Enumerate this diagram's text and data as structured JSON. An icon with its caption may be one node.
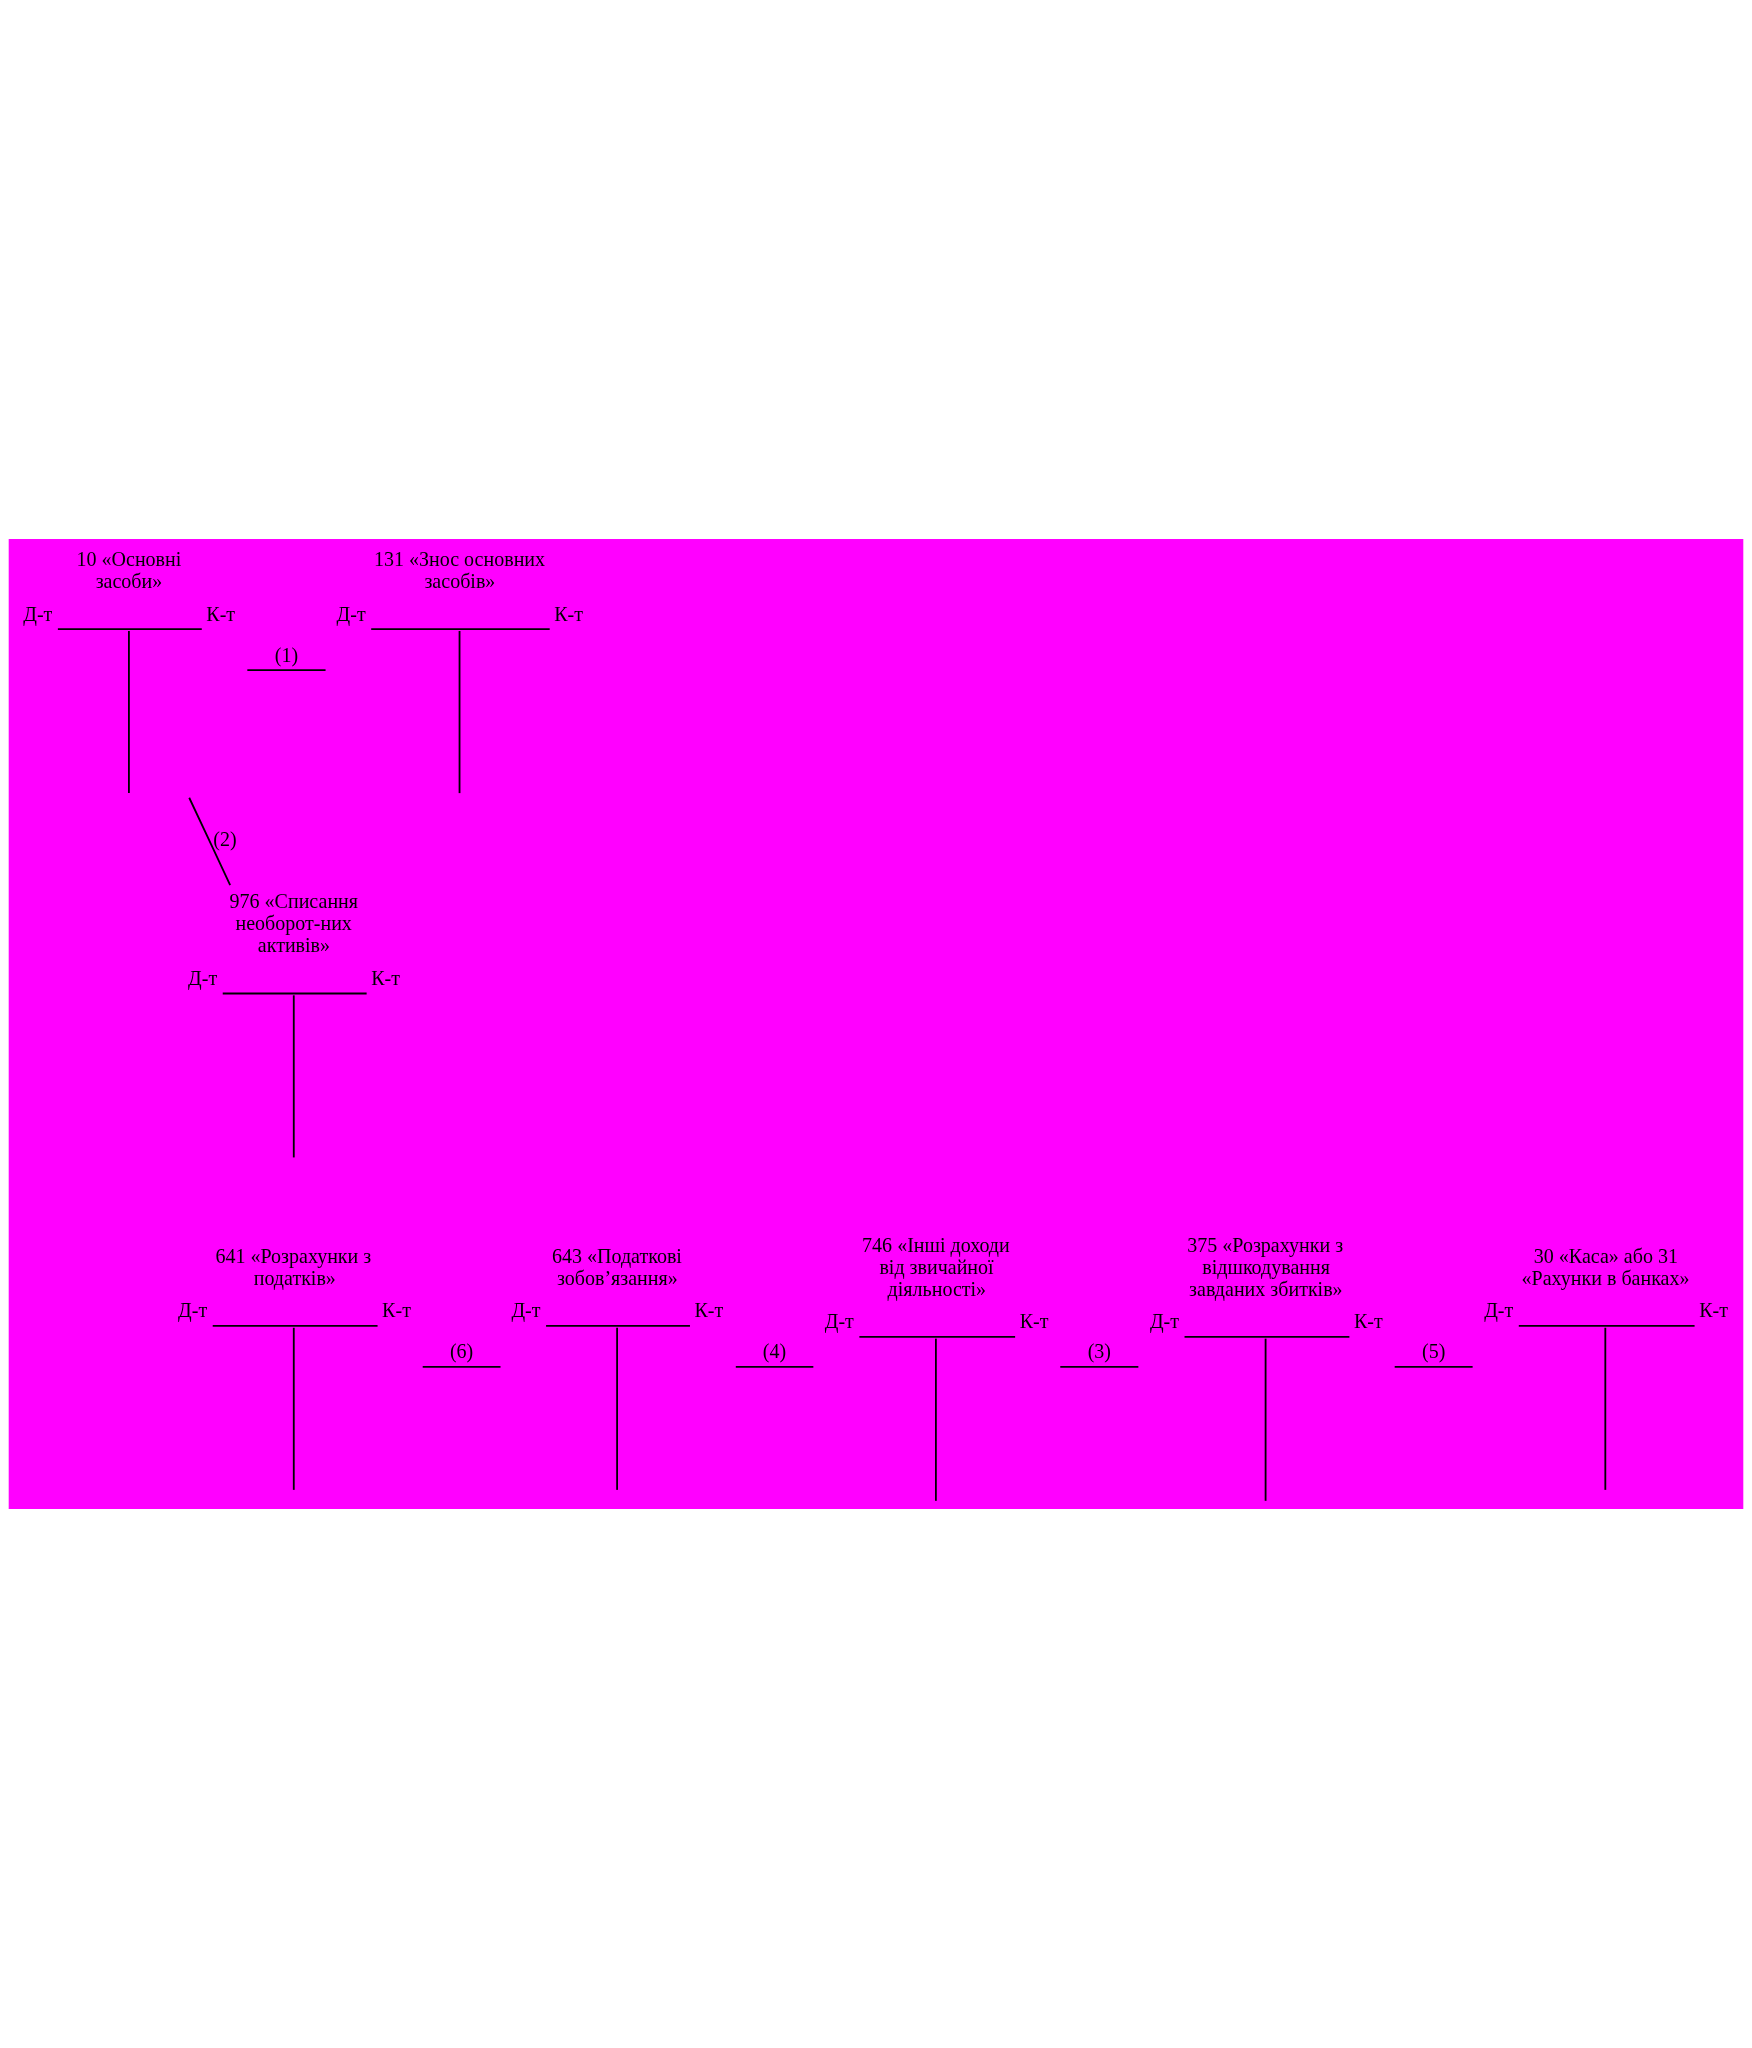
{
  "diagram": {
    "nodes": [
      {
        "text": [
          "10 «Основні засоби»",
          "Д-т",
          "К-т"
        ]
      },
      {
        "text": [
          "131 «Знос основних засобів»",
          "Д-т",
          "К-т"
        ]
      },
      {
        "text": [
          "976 «Списання необорот-них активів»",
          "Д-т",
          "К-т"
        ]
      },
      {
        "text": [
          "641 «Розрахунки з податків»",
          "Д-т",
          "К-т"
        ]
      },
      {
        "text": [
          "643 «Податкові зобов’язання»",
          "Д-т",
          "К-т"
        ]
      },
      {
        "text": [
          "746 «Інші доходи від звичайної діяльності»",
          "Д-т",
          "К-т"
        ]
      },
      {
        "text": [
          "375 «Розрахунки з відшкодування завданих збитків»",
          "Д-т",
          "К-т"
        ]
      },
      {
        "text": [
          "30 «Каса» або 31 «Рахунки в банках»",
          "Д-т",
          "К-т"
        ]
      }
    ],
    "edges": [
      {
        "from": 0,
        "to": 1,
        "arrow": "none",
        "label": "(1)"
      },
      {
        "from": 0,
        "to": 2,
        "arrow": "none",
        "label": "(2)"
      },
      {
        "from": 3,
        "to": 4,
        "arrow": "none",
        "label": "(6)"
      },
      {
        "from": 4,
        "to": 5,
        "arrow": "none",
        "label": "(4)"
      },
      {
        "from": 5,
        "to": 6,
        "arrow": "none",
        "label": "(3)"
      },
      {
        "from": 6,
        "to": 7,
        "arrow": "none",
        "label": "(5)"
      }
    ]
  }
}
